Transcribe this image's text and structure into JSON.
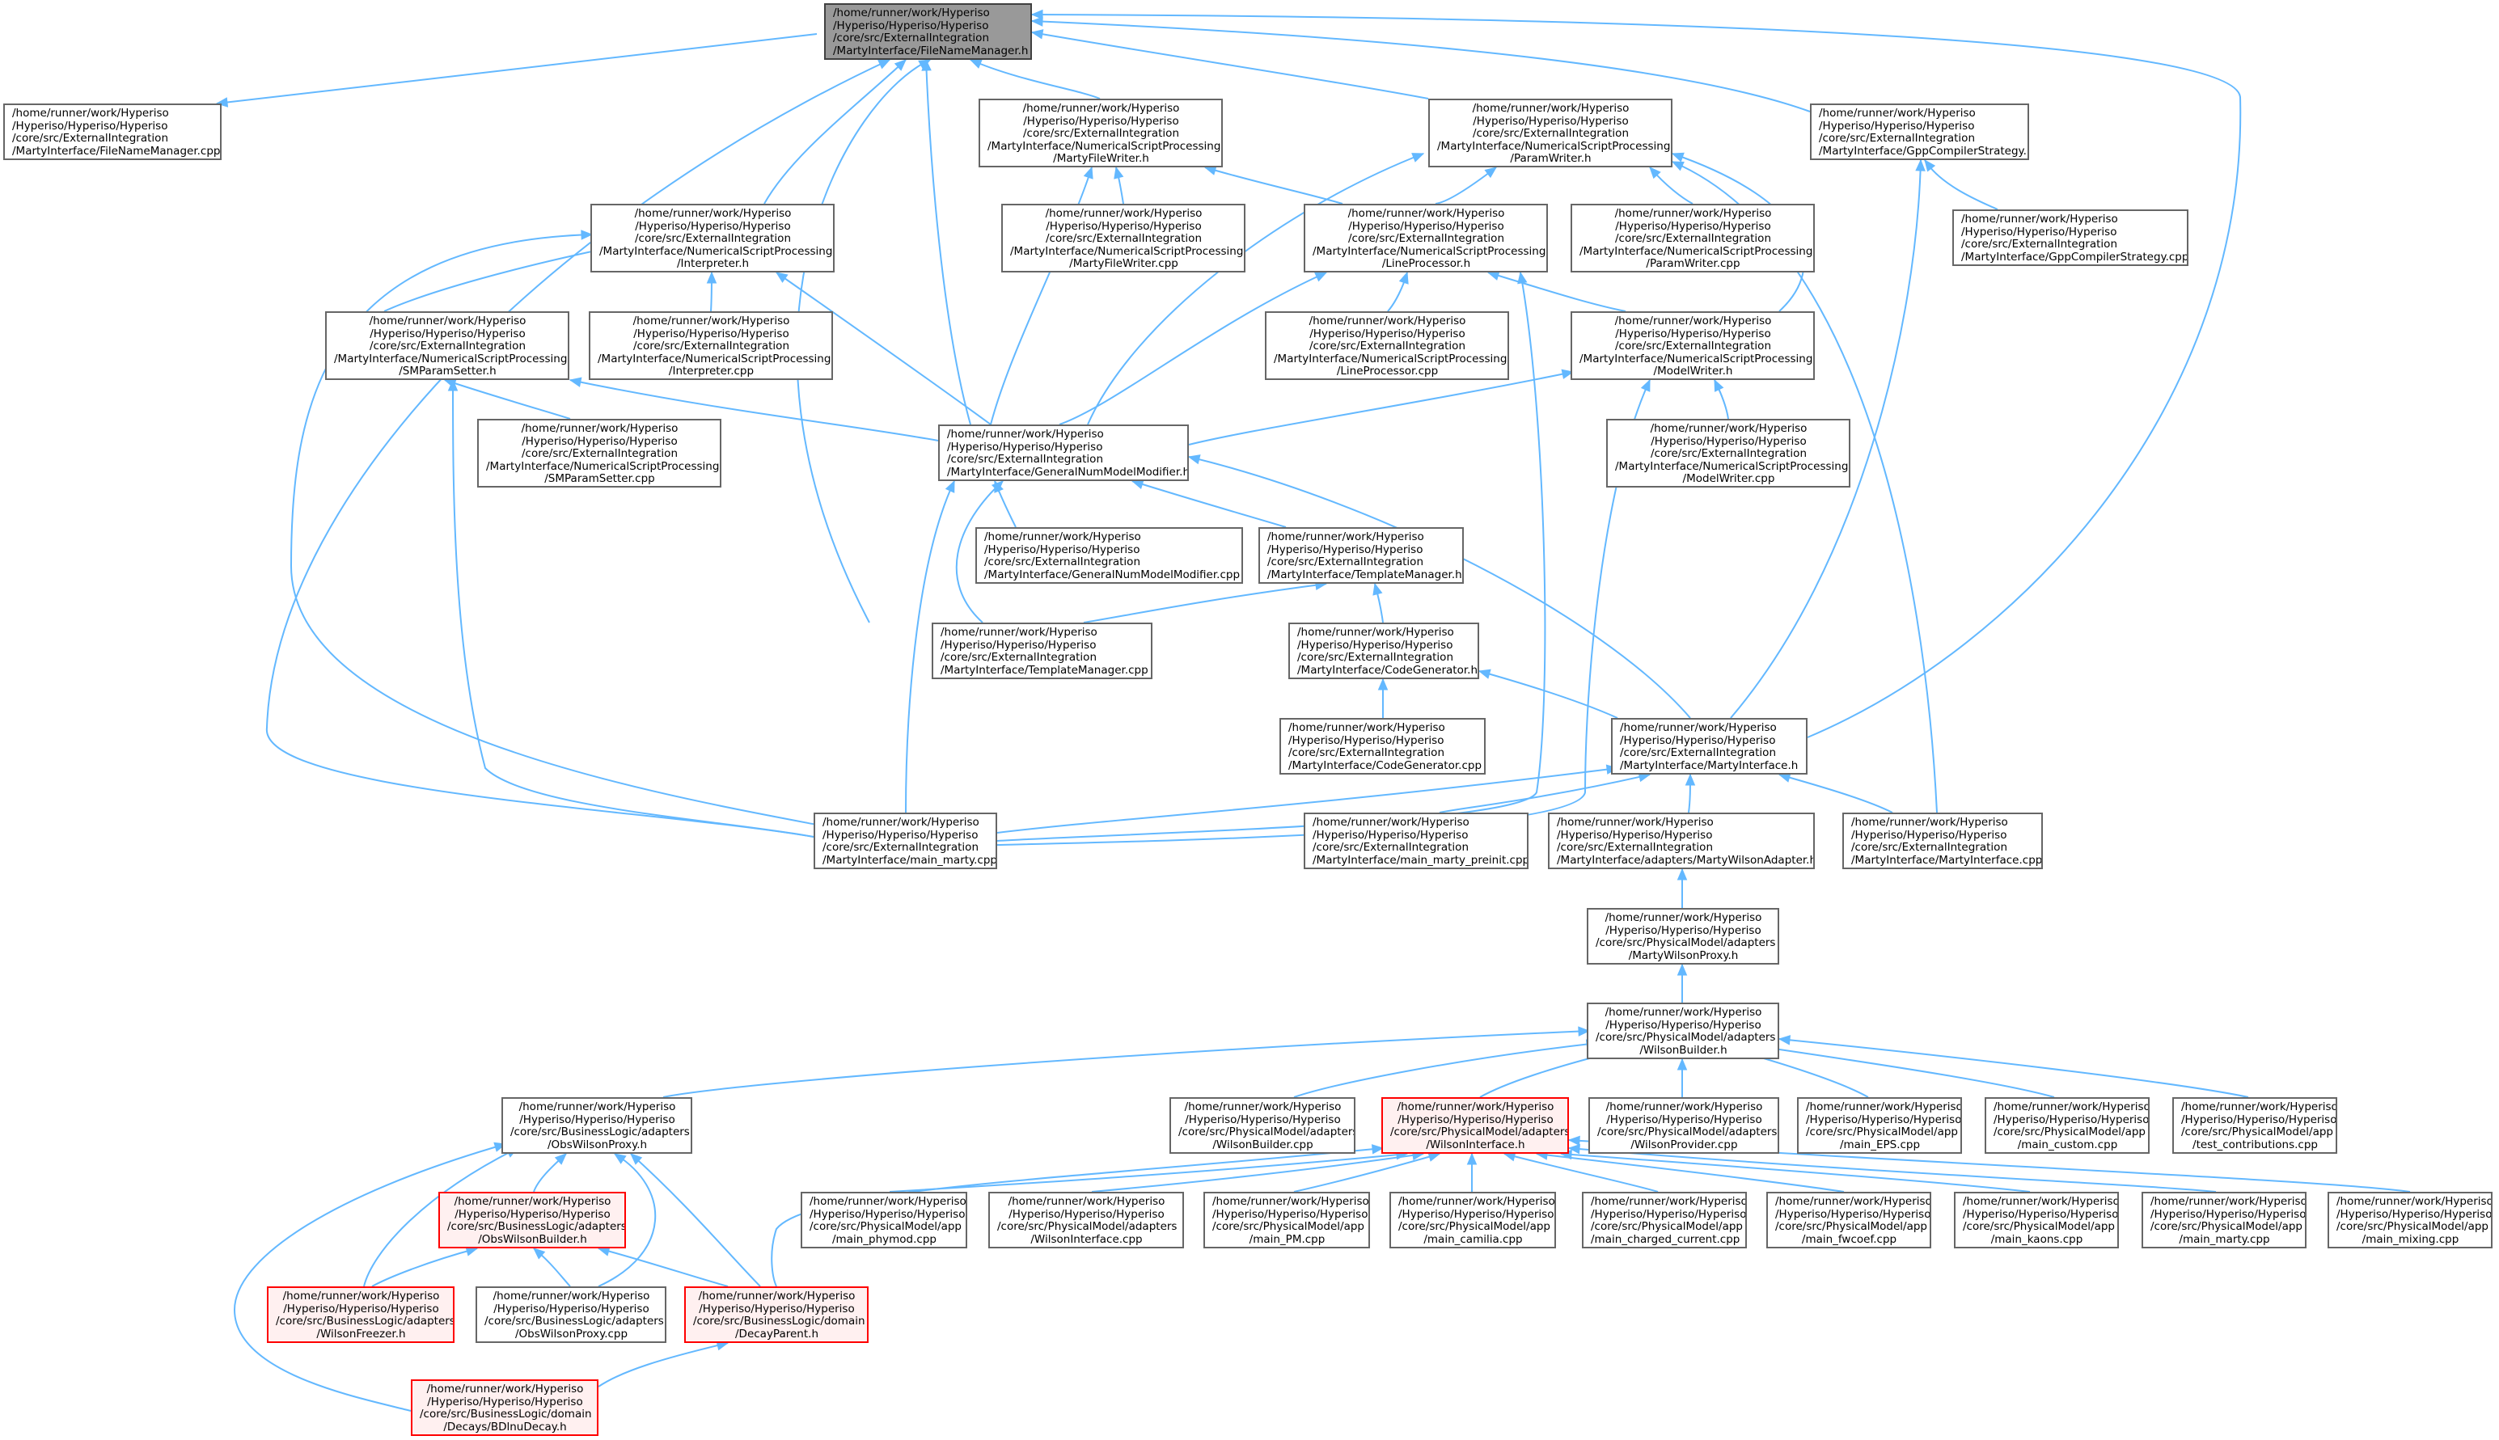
{
  "diagram": {
    "focus_node": "/home/runner/work/Hyperiso/Hyperiso/Hyperiso/core/src/ExternalIntegration/MartyInterface/FileNameManager.h",
    "edge_color": "#63b8ff",
    "node_border": "#666666",
    "focus_fill": "#999999",
    "red_fill": "#fff0f0",
    "red_border": "#ff0000",
    "nodes": {
      "filenamemanager_h": "/home/runner/work/Hyperiso\n/Hyperiso/Hyperiso/Hyperiso\n/core/src/ExternalIntegration\n/MartyInterface/FileNameManager.h",
      "filenamemanager_cpp": "/home/runner/work/Hyperiso\n/Hyperiso/Hyperiso/Hyperiso\n/core/src/ExternalIntegration\n/MartyInterface/FileNameManager.cpp",
      "martyfilewriter_h": "/home/runner/work/Hyperiso\n/Hyperiso/Hyperiso/Hyperiso\n/core/src/ExternalIntegration\n/MartyInterface/NumericalScriptProcessing\n/MartyFileWriter.h",
      "paramwriter_h": "/home/runner/work/Hyperiso\n/Hyperiso/Hyperiso/Hyperiso\n/core/src/ExternalIntegration\n/MartyInterface/NumericalScriptProcessing\n/ParamWriter.h",
      "gppcompilerstrategy_h": "/home/runner/work/Hyperiso\n/Hyperiso/Hyperiso/Hyperiso\n/core/src/ExternalIntegration\n/MartyInterface/GppCompilerStrategy.h",
      "interpreter_h": "/home/runner/work/Hyperiso\n/Hyperiso/Hyperiso/Hyperiso\n/core/src/ExternalIntegration\n/MartyInterface/NumericalScriptProcessing\n/Interpreter.h",
      "martyfilewriter_cpp": "/home/runner/work/Hyperiso\n/Hyperiso/Hyperiso/Hyperiso\n/core/src/ExternalIntegration\n/MartyInterface/NumericalScriptProcessing\n/MartyFileWriter.cpp",
      "lineprocessor_h": "/home/runner/work/Hyperiso\n/Hyperiso/Hyperiso/Hyperiso\n/core/src/ExternalIntegration\n/MartyInterface/NumericalScriptProcessing\n/LineProcessor.h",
      "paramwriter_cpp": "/home/runner/work/Hyperiso\n/Hyperiso/Hyperiso/Hyperiso\n/core/src/ExternalIntegration\n/MartyInterface/NumericalScriptProcessing\n/ParamWriter.cpp",
      "gppcompilerstrategy_cpp": "/home/runner/work/Hyperiso\n/Hyperiso/Hyperiso/Hyperiso\n/core/src/ExternalIntegration\n/MartyInterface/GppCompilerStrategy.cpp",
      "smparamsetter_h": "/home/runner/work/Hyperiso\n/Hyperiso/Hyperiso/Hyperiso\n/core/src/ExternalIntegration\n/MartyInterface/NumericalScriptProcessing\n/SMParamSetter.h",
      "interpreter_cpp": "/home/runner/work/Hyperiso\n/Hyperiso/Hyperiso/Hyperiso\n/core/src/ExternalIntegration\n/MartyInterface/NumericalScriptProcessing\n/Interpreter.cpp",
      "lineprocessor_cpp": "/home/runner/work/Hyperiso\n/Hyperiso/Hyperiso/Hyperiso\n/core/src/ExternalIntegration\n/MartyInterface/NumericalScriptProcessing\n/LineProcessor.cpp",
      "modelwriter_h": "/home/runner/work/Hyperiso\n/Hyperiso/Hyperiso/Hyperiso\n/core/src/ExternalIntegration\n/MartyInterface/NumericalScriptProcessing\n/ModelWriter.h",
      "smparamsetter_cpp": "/home/runner/work/Hyperiso\n/Hyperiso/Hyperiso/Hyperiso\n/core/src/ExternalIntegration\n/MartyInterface/NumericalScriptProcessing\n/SMParamSetter.cpp",
      "generalnummodelmodifier_h": "/home/runner/work/Hyperiso\n/Hyperiso/Hyperiso/Hyperiso\n/core/src/ExternalIntegration\n/MartyInterface/GeneralNumModelModifier.h",
      "modelwriter_cpp": "/home/runner/work/Hyperiso\n/Hyperiso/Hyperiso/Hyperiso\n/core/src/ExternalIntegration\n/MartyInterface/NumericalScriptProcessing\n/ModelWriter.cpp",
      "generalnummodelmodifier_cpp": "/home/runner/work/Hyperiso\n/Hyperiso/Hyperiso/Hyperiso\n/core/src/ExternalIntegration\n/MartyInterface/GeneralNumModelModifier.cpp",
      "templatemanager_h": "/home/runner/work/Hyperiso\n/Hyperiso/Hyperiso/Hyperiso\n/core/src/ExternalIntegration\n/MartyInterface/TemplateManager.h",
      "templatemanager_cpp": "/home/runner/work/Hyperiso\n/Hyperiso/Hyperiso/Hyperiso\n/core/src/ExternalIntegration\n/MartyInterface/TemplateManager.cpp",
      "codegenerator_h": "/home/runner/work/Hyperiso\n/Hyperiso/Hyperiso/Hyperiso\n/core/src/ExternalIntegration\n/MartyInterface/CodeGenerator.h",
      "codegenerator_cpp": "/home/runner/work/Hyperiso\n/Hyperiso/Hyperiso/Hyperiso\n/core/src/ExternalIntegration\n/MartyInterface/CodeGenerator.cpp",
      "martyinterface_h": "/home/runner/work/Hyperiso\n/Hyperiso/Hyperiso/Hyperiso\n/core/src/ExternalIntegration\n/MartyInterface/MartyInterface.h",
      "main_marty_cpp": "/home/runner/work/Hyperiso\n/Hyperiso/Hyperiso/Hyperiso\n/core/src/ExternalIntegration\n/MartyInterface/main_marty.cpp",
      "main_marty_preinit_cpp": "/home/runner/work/Hyperiso\n/Hyperiso/Hyperiso/Hyperiso\n/core/src/ExternalIntegration\n/MartyInterface/main_marty_preinit.cpp",
      "martywilsonadapter_h": "/home/runner/work/Hyperiso\n/Hyperiso/Hyperiso/Hyperiso\n/core/src/ExternalIntegration\n/MartyInterface/adapters/MartyWilsonAdapter.h",
      "martyinterface_cpp": "/home/runner/work/Hyperiso\n/Hyperiso/Hyperiso/Hyperiso\n/core/src/ExternalIntegration\n/MartyInterface/MartyInterface.cpp",
      "martywilsonproxy_h": "/home/runner/work/Hyperiso\n/Hyperiso/Hyperiso/Hyperiso\n/core/src/PhysicalModel/adapters\n/MartyWilsonProxy.h",
      "wilsonbuilder_h": "/home/runner/work/Hyperiso\n/Hyperiso/Hyperiso/Hyperiso\n/core/src/PhysicalModel/adapters\n/WilsonBuilder.h",
      "obswilsonproxy_h": "/home/runner/work/Hyperiso\n/Hyperiso/Hyperiso/Hyperiso\n/core/src/BusinessLogic/adapters\n/ObsWilsonProxy.h",
      "wilsonbuilder_cpp": "/home/runner/work/Hyperiso\n/Hyperiso/Hyperiso/Hyperiso\n/core/src/PhysicalModel/adapters\n/WilsonBuilder.cpp",
      "wilsoninterface_h": "/home/runner/work/Hyperiso\n/Hyperiso/Hyperiso/Hyperiso\n/core/src/PhysicalModel/adapters\n/WilsonInterface.h",
      "wilsonprovider_cpp": "/home/runner/work/Hyperiso\n/Hyperiso/Hyperiso/Hyperiso\n/core/src/PhysicalModel/adapters\n/WilsonProvider.cpp",
      "main_eps_cpp": "/home/runner/work/Hyperiso\n/Hyperiso/Hyperiso/Hyperiso\n/core/src/PhysicalModel/app\n/main_EPS.cpp",
      "main_custom_cpp": "/home/runner/work/Hyperiso\n/Hyperiso/Hyperiso/Hyperiso\n/core/src/PhysicalModel/app\n/main_custom.cpp",
      "test_contributions_cpp": "/home/runner/work/Hyperiso\n/Hyperiso/Hyperiso/Hyperiso\n/core/src/PhysicalModel/app\n/test_contributions.cpp",
      "obswilsonbuilder_h": "/home/runner/work/Hyperiso\n/Hyperiso/Hyperiso/Hyperiso\n/core/src/BusinessLogic/adapters\n/ObsWilsonBuilder.h",
      "main_phymod_cpp": "/home/runner/work/Hyperiso\n/Hyperiso/Hyperiso/Hyperiso\n/core/src/PhysicalModel/app\n/main_phymod.cpp",
      "wilsoninterface_cpp": "/home/runner/work/Hyperiso\n/Hyperiso/Hyperiso/Hyperiso\n/core/src/PhysicalModel/adapters\n/WilsonInterface.cpp",
      "main_pm_cpp": "/home/runner/work/Hyperiso\n/Hyperiso/Hyperiso/Hyperiso\n/core/src/PhysicalModel/app\n/main_PM.cpp",
      "main_camilia_cpp": "/home/runner/work/Hyperiso\n/Hyperiso/Hyperiso/Hyperiso\n/core/src/PhysicalModel/app\n/main_camilia.cpp",
      "main_charged_current_cpp": "/home/runner/work/Hyperiso\n/Hyperiso/Hyperiso/Hyperiso\n/core/src/PhysicalModel/app\n/main_charged_current.cpp",
      "main_fwcoef_cpp": "/home/runner/work/Hyperiso\n/Hyperiso/Hyperiso/Hyperiso\n/core/src/PhysicalModel/app\n/main_fwcoef.cpp",
      "main_kaons_cpp": "/home/runner/work/Hyperiso\n/Hyperiso/Hyperiso/Hyperiso\n/core/src/PhysicalModel/app\n/main_kaons.cpp",
      "main_marty_app_cpp": "/home/runner/work/Hyperiso\n/Hyperiso/Hyperiso/Hyperiso\n/core/src/PhysicalModel/app\n/main_marty.cpp",
      "main_mixing_cpp": "/home/runner/work/Hyperiso\n/Hyperiso/Hyperiso/Hyperiso\n/core/src/PhysicalModel/app\n/main_mixing.cpp",
      "wilsonfreezer_h": "/home/runner/work/Hyperiso\n/Hyperiso/Hyperiso/Hyperiso\n/core/src/BusinessLogic/adapters\n/WilsonFreezer.h",
      "obswilsonproxy_cpp": "/home/runner/work/Hyperiso\n/Hyperiso/Hyperiso/Hyperiso\n/core/src/BusinessLogic/adapters\n/ObsWilsonProxy.cpp",
      "decayparent_h": "/home/runner/work/Hyperiso\n/Hyperiso/Hyperiso/Hyperiso\n/core/src/BusinessLogic/domain\n/DecayParent.h",
      "bdlnudecay_h": "/home/runner/work/Hyperiso\n/Hyperiso/Hyperiso/Hyperiso\n/core/src/BusinessLogic/domain\n/Decays/BDlnuDecay.h"
    }
  }
}
